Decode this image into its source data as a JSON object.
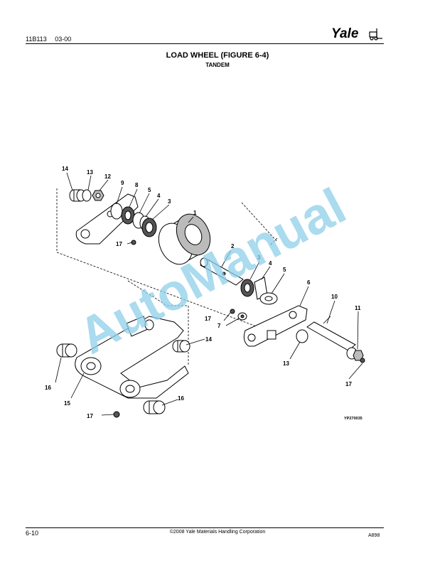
{
  "header": {
    "doc_number": "11B113",
    "date": "03-00",
    "brand": "Yale"
  },
  "title": "LOAD WHEEL (FIGURE 6-4)",
  "subtitle": "TANDEM",
  "figure": {
    "code": "YP270035",
    "callouts": [
      "14",
      "13",
      "12",
      "9",
      "8",
      "5",
      "4",
      "3",
      "1",
      "17",
      "2",
      "3",
      "4",
      "5",
      "6",
      "10",
      "11",
      "17",
      "7",
      "14",
      "13",
      "16",
      "15",
      "17",
      "16",
      "17"
    ]
  },
  "watermark": "AutoManual",
  "footer": {
    "page": "6-10",
    "copyright": "©2008 Yale Materials Handling Corporation",
    "code": "A898"
  },
  "colors": {
    "text": "#000000",
    "watermark": "#8ecfe8",
    "background": "#ffffff"
  }
}
